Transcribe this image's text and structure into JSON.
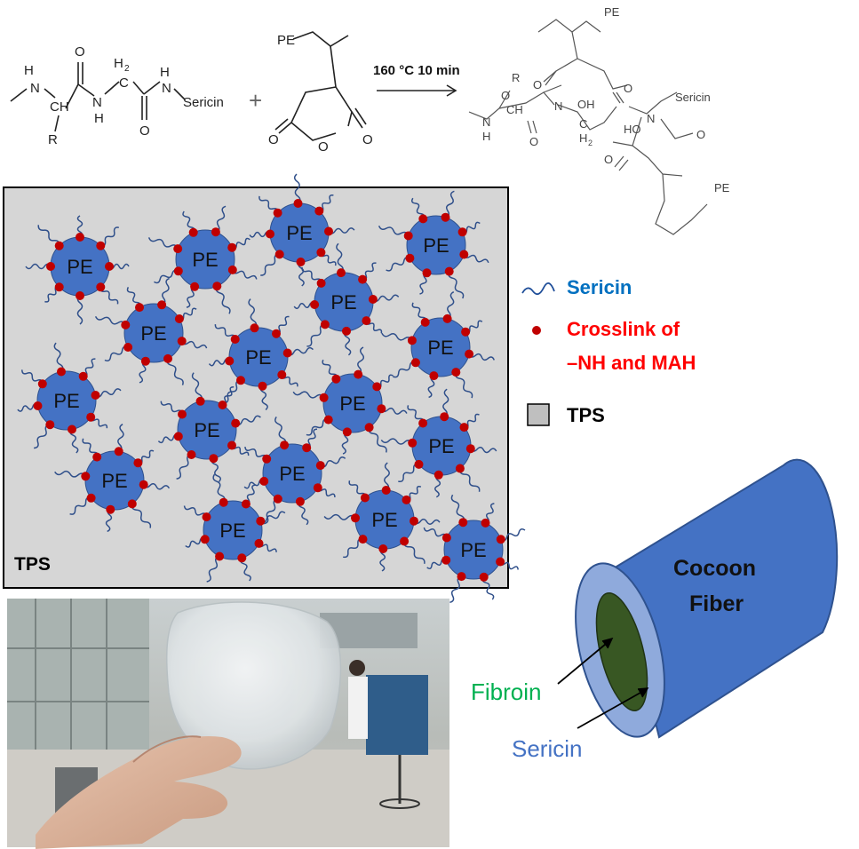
{
  "reaction": {
    "amide": {
      "n_h_left": "H",
      "n_left": "N",
      "ch": "CH",
      "r": "R",
      "o1": "O",
      "n_h_mid": "N",
      "h_mid": "H",
      "ch2_h2": "H",
      "ch2_2": "2",
      "ch2_c": "C",
      "o2": "O",
      "n_h_right": "H",
      "n_right": "N",
      "sericin": "Sericin"
    },
    "plus": "+",
    "mah": {
      "pe": "PE",
      "o_left": "O",
      "o_ring": "O",
      "o_right": "O"
    },
    "condition": "160 °C 10 min",
    "product": {
      "pe_top": "PE",
      "pe_bottom": "PE",
      "r": "R",
      "o_a": "O",
      "o_b": "O",
      "oh_a": "OH",
      "o_c": "O",
      "ch": "CH",
      "n_a": "N",
      "n_h": "N",
      "h": "H",
      "o_d": "O",
      "c_h2": "C",
      "h2": "H",
      "h2_sub": "2",
      "sericin": "Sericin",
      "n_b": "N",
      "ho": "HO",
      "o_e": "O",
      "o_f": "O"
    }
  },
  "network": {
    "particle_label": "PE",
    "matrix_label": "TPS",
    "colors": {
      "matrix": "#d6d6d6",
      "particle": "#4472c4",
      "crosslink": "#c00000",
      "chain": "#2f4f8a"
    }
  },
  "legend": {
    "sericin_label": "Sericin",
    "crosslink_label_line1": "Crosslink of",
    "crosslink_label_line2": "–NH and MAH",
    "tps_label": "TPS",
    "colors": {
      "sericin": "#0070c0",
      "crosslink": "#ff0000"
    }
  },
  "fiber": {
    "title_line1": "Cocoon",
    "title_line2": "Fiber",
    "fibroin_label": "Fibroin",
    "sericin_label": "Sericin",
    "colors": {
      "outer": "#4472c4",
      "inner_ring": "#8faadc",
      "core": "#385723",
      "fibroin_text": "#00b050",
      "sericin_text": "#4472c4"
    }
  }
}
